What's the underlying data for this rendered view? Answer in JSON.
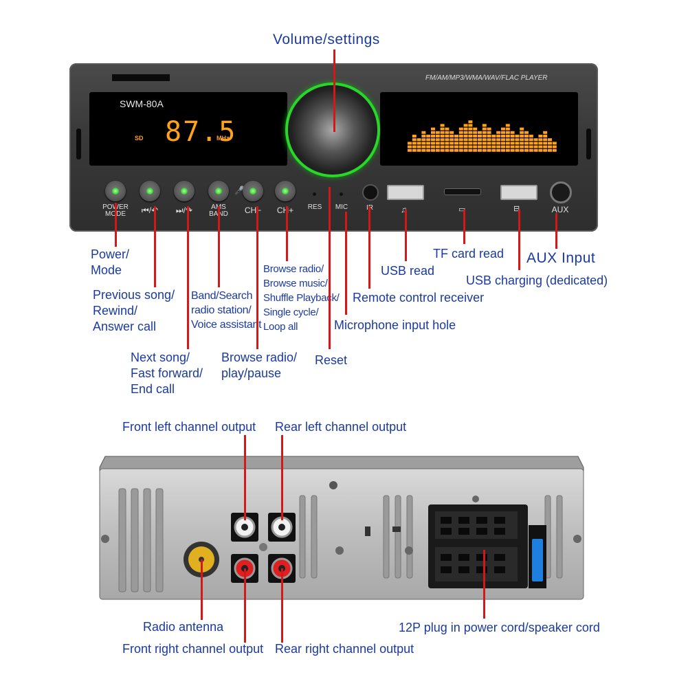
{
  "front_labels": {
    "volume": "Volume/settings",
    "power": [
      "Power/",
      "Mode"
    ],
    "previous": [
      "Previous song/",
      "Rewind/",
      "Answer call"
    ],
    "band": [
      "Band/Search",
      "radio station/",
      "Voice assistant"
    ],
    "browse_shuffle": [
      "Browse radio/",
      "Browse music/",
      "Shuffle Playback/",
      "Single cycle/",
      "Loop all"
    ],
    "next": [
      "Next song/",
      "Fast forward/",
      "End call"
    ],
    "browse_play": [
      "Browse radio/",
      "play/pause"
    ],
    "reset": "Reset",
    "mic": "Microphone input hole",
    "remote": "Remote control receiver",
    "usb_read": "USB read",
    "tf_card": "TF card read",
    "usb_charging": "USB charging (dedicated)",
    "aux": "AUX Input"
  },
  "panel": {
    "model": "SWM-80A",
    "player": "FM/AM/MP3/WMA/WAV/FLAC PLAYER",
    "sd": "SD",
    "freq": "87.5",
    "unit": "MHz",
    "buttons": [
      "POWER MODE",
      "⏮/↶",
      "⏭/↷",
      "AMS BAND",
      "CH−",
      "CH+"
    ],
    "res": "RES",
    "mic": "MIC",
    "ir": "IR",
    "aux": "AUX",
    "equalizer_levels": [
      3,
      5,
      4,
      6,
      5,
      7,
      6,
      8,
      7,
      6,
      5,
      7,
      8,
      9,
      7,
      6,
      8,
      7,
      5,
      6,
      7,
      8,
      6,
      5,
      7,
      6,
      5,
      4,
      5,
      6,
      4,
      3
    ]
  },
  "back_labels": {
    "front_left": "Front left channel output",
    "rear_left": "Rear left channel output",
    "antenna": "Radio antenna",
    "front_right": "Front right channel output",
    "rear_right": "Rear right channel output",
    "plug": "12P plug in power cord/speaker cord"
  },
  "colors": {
    "label": "#1a3aa0",
    "line": "#d41818",
    "display": "#ffa21a",
    "knob_ring": "#29d62a"
  }
}
